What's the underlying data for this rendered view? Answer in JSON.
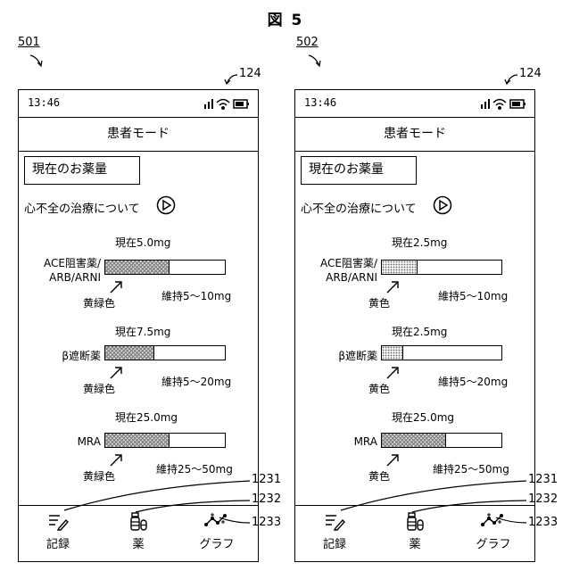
{
  "figure": {
    "title": "図 5",
    "device_ref": "124",
    "nav_refs": [
      "1231",
      "1232",
      "1233"
    ]
  },
  "screens": [
    {
      "ref": "501",
      "status_time": "13:46",
      "header_title": "患者モード",
      "med_button": "現在のお薬量",
      "about_link": "心不全の治療について",
      "drugs": [
        {
          "name_line1": "ACE阻害薬/",
          "name_line2": "ARB/ARNI",
          "current": "現在5.0mg",
          "maintenance": "維持5～10mg",
          "color_label": "黄緑色",
          "fill_fraction": 0.53,
          "fill_style": "yellow-green"
        },
        {
          "name_line1": "β遮断薬",
          "name_line2": "",
          "current": "現在7.5mg",
          "maintenance": "維持5～20mg",
          "color_label": "黄緑色",
          "fill_fraction": 0.4,
          "fill_style": "yellow-green"
        },
        {
          "name_line1": "MRA",
          "name_line2": "",
          "current": "現在25.0mg",
          "maintenance": "維持25～50mg",
          "color_label": "黄緑色",
          "fill_fraction": 0.53,
          "fill_style": "yellow-green"
        }
      ],
      "nav": [
        {
          "label": "記録",
          "icon": "record-icon"
        },
        {
          "label": "薬",
          "icon": "medicine-icon"
        },
        {
          "label": "グラフ",
          "icon": "graph-icon"
        }
      ]
    },
    {
      "ref": "502",
      "status_time": "13:46",
      "header_title": "患者モード",
      "med_button": "現在のお薬量",
      "about_link": "心不全の治療について",
      "drugs": [
        {
          "name_line1": "ACE阻害薬/",
          "name_line2": "ARB/ARNI",
          "current": "現在2.5mg",
          "maintenance": "維持5～10mg",
          "color_label": "黄色",
          "fill_fraction": 0.29,
          "fill_style": "yellow"
        },
        {
          "name_line1": "β遮断薬",
          "name_line2": "",
          "current": "現在2.5mg",
          "maintenance": "維持5～20mg",
          "color_label": "黄色",
          "fill_fraction": 0.17,
          "fill_style": "yellow"
        },
        {
          "name_line1": "MRA",
          "name_line2": "",
          "current": "現在25.0mg",
          "maintenance": "維持25～50mg",
          "color_label": "黄色",
          "fill_fraction": 0.53,
          "fill_style": "yellow-green"
        }
      ],
      "nav": [
        {
          "label": "記録",
          "icon": "record-icon"
        },
        {
          "label": "薬",
          "icon": "medicine-icon"
        },
        {
          "label": "グラフ",
          "icon": "graph-icon"
        }
      ]
    }
  ]
}
